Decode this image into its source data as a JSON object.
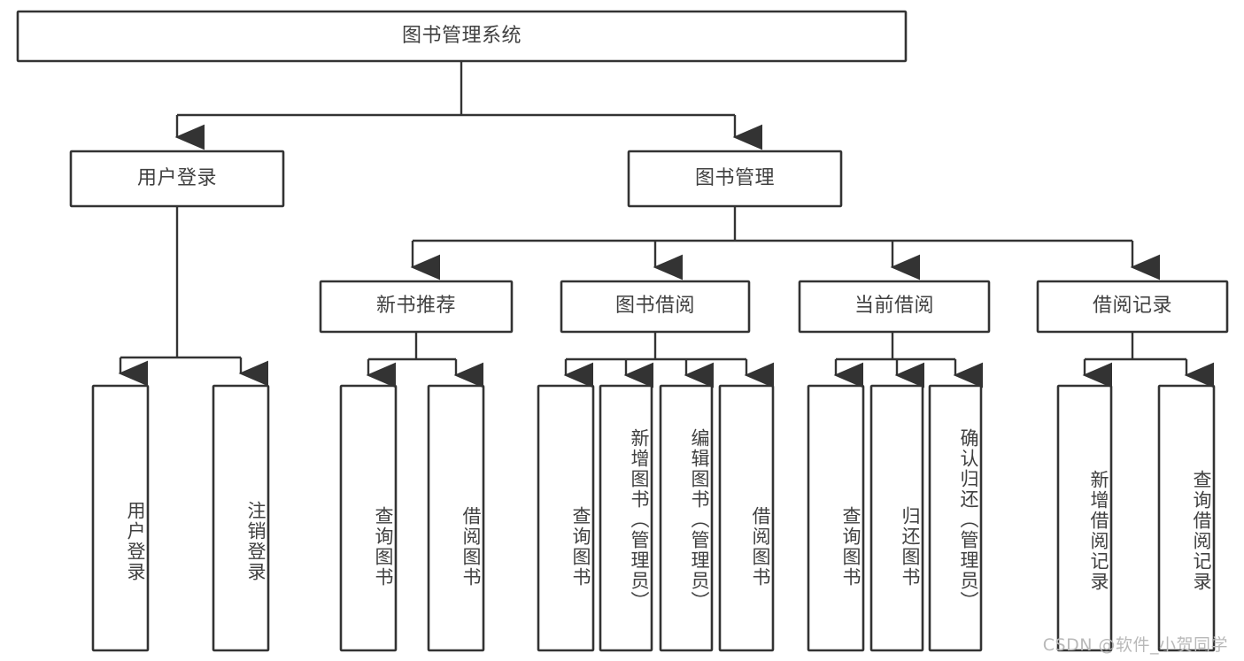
{
  "diagram": {
    "type": "tree-hierarchy",
    "title": "图书管理系统",
    "orientation": "top-down",
    "watermark": "CSDN @软件_小贺同学",
    "colors": {
      "box_stroke": "#333333",
      "box_fill": "#ffffff",
      "text": "#404040",
      "connector": "#333333",
      "watermark": "#b9b9b9",
      "background": "#ffffff"
    },
    "nodes": {
      "root": {
        "label": "图书管理系统",
        "level": 1,
        "text_direction": "horizontal"
      },
      "level2": [
        {
          "id": "user-login",
          "label": "用户登录",
          "text_direction": "horizontal"
        },
        {
          "id": "book-management",
          "label": "图书管理",
          "text_direction": "horizontal"
        }
      ],
      "level3": [
        {
          "id": "new-book-recommend",
          "label": "新书推荐",
          "text_direction": "horizontal"
        },
        {
          "id": "book-borrow",
          "label": "图书借阅",
          "text_direction": "horizontal"
        },
        {
          "id": "current-borrow",
          "label": "当前借阅",
          "text_direction": "horizontal"
        },
        {
          "id": "borrow-record",
          "label": "借阅记录",
          "text_direction": "horizontal"
        }
      ],
      "leaves": [
        {
          "id": "leaf-user-login",
          "label": "用户登录",
          "parent": "user-login",
          "text_direction": "vertical"
        },
        {
          "id": "leaf-logout-login",
          "label": "注销登录",
          "parent": "user-login",
          "text_direction": "vertical"
        },
        {
          "id": "leaf-query-book-1",
          "label": "查询图书",
          "parent": "new-book-recommend",
          "text_direction": "vertical"
        },
        {
          "id": "leaf-borrow-book-1",
          "label": "借阅图书",
          "parent": "new-book-recommend",
          "text_direction": "vertical"
        },
        {
          "id": "leaf-query-book-2",
          "label": "查询图书",
          "parent": "book-borrow",
          "text_direction": "vertical"
        },
        {
          "id": "leaf-add-book-admin",
          "label": "新增图书（管理员）",
          "parent": "book-borrow",
          "text_direction": "vertical"
        },
        {
          "id": "leaf-edit-book-admin",
          "label": "编辑图书（管理员）",
          "parent": "book-borrow",
          "text_direction": "vertical"
        },
        {
          "id": "leaf-borrow-book-2",
          "label": "借阅图书",
          "parent": "book-borrow",
          "text_direction": "vertical"
        },
        {
          "id": "leaf-query-book-3",
          "label": "查询图书",
          "parent": "current-borrow",
          "text_direction": "vertical"
        },
        {
          "id": "leaf-return-book",
          "label": "归还图书",
          "parent": "current-borrow",
          "text_direction": "vertical"
        },
        {
          "id": "leaf-confirm-return-admin",
          "label": "确认归还（管理员）",
          "parent": "current-borrow",
          "text_direction": "vertical"
        },
        {
          "id": "leaf-add-borrow-record",
          "label": "新增借阅记录",
          "parent": "borrow-record",
          "text_direction": "vertical"
        },
        {
          "id": "leaf-query-borrow-record",
          "label": "查询借阅记录",
          "parent": "borrow-record",
          "text_direction": "vertical"
        }
      ]
    }
  }
}
